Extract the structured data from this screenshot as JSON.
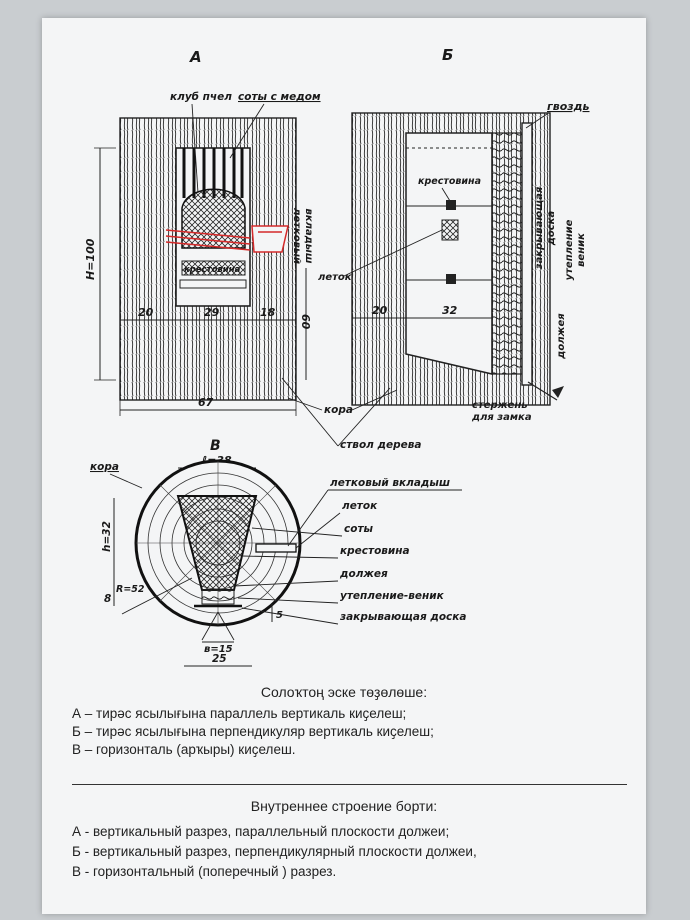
{
  "panels": {
    "a": "А",
    "b": "Б",
    "v": "В"
  },
  "labels_a": {
    "bee_club": "клуб пчел",
    "honeycombs": "соты с медом",
    "entrance_insert_line1": "летковый",
    "entrance_insert_line2": "вкладыш",
    "crosspiece": "крестовина",
    "height": "Н=100",
    "dim_20": "20",
    "dim_29": "29",
    "dim_18": "18",
    "dim_60": "60",
    "dim_67": "67"
  },
  "labels_b": {
    "nail": "гвоздь",
    "crosspiece": "крестовина",
    "entrance": "леток",
    "closing_board_line1": "закрывающая",
    "closing_board_line2": "доска",
    "insulation_line1": "утепление",
    "insulation_line2": "веник",
    "dolzheya": "должея",
    "dim_20": "20",
    "dim_32": "32",
    "rod_line1": "стержень",
    "rod_line2": "для замка"
  },
  "labels_center": {
    "bark_a": "кора",
    "trunk": "ствол дерева"
  },
  "labels_v": {
    "bark": "кора",
    "width_top": "ℓ=38",
    "height": "h=32",
    "dim_8": "8",
    "radius": "R=52",
    "dim_5": "5",
    "width_bottom": "в=15",
    "dim_25": "25",
    "callouts": [
      "летковый вкладыш",
      "леток",
      "соты",
      "крестовина",
      "должея",
      "утепление-веник",
      "закрывающая доска"
    ]
  },
  "caption_kazakh": {
    "title": "Солоҡтоң эске төҙөлөше:",
    "lines": [
      "А – тирәс ясылығына параллель вертикаль киҫелеш;",
      "Б – тирәс ясылығына перпендикуляр вертикаль киҫелеш;",
      "В – горизонталь (арҡыры) киҫелеш."
    ]
  },
  "caption_russian": {
    "title": "Внутреннее строение борти:",
    "lines": [
      "А - вертикальный разрез, параллельный плоскости должеи;",
      "Б - вертикальный разрез, перпендикулярный плоскости должеи,",
      "В - горизонтальный (поперечный ) разрез."
    ]
  },
  "colors": {
    "ink": "#1a1a1a",
    "accent_red": "#d42a2a",
    "paper": "#f4f5f6"
  }
}
